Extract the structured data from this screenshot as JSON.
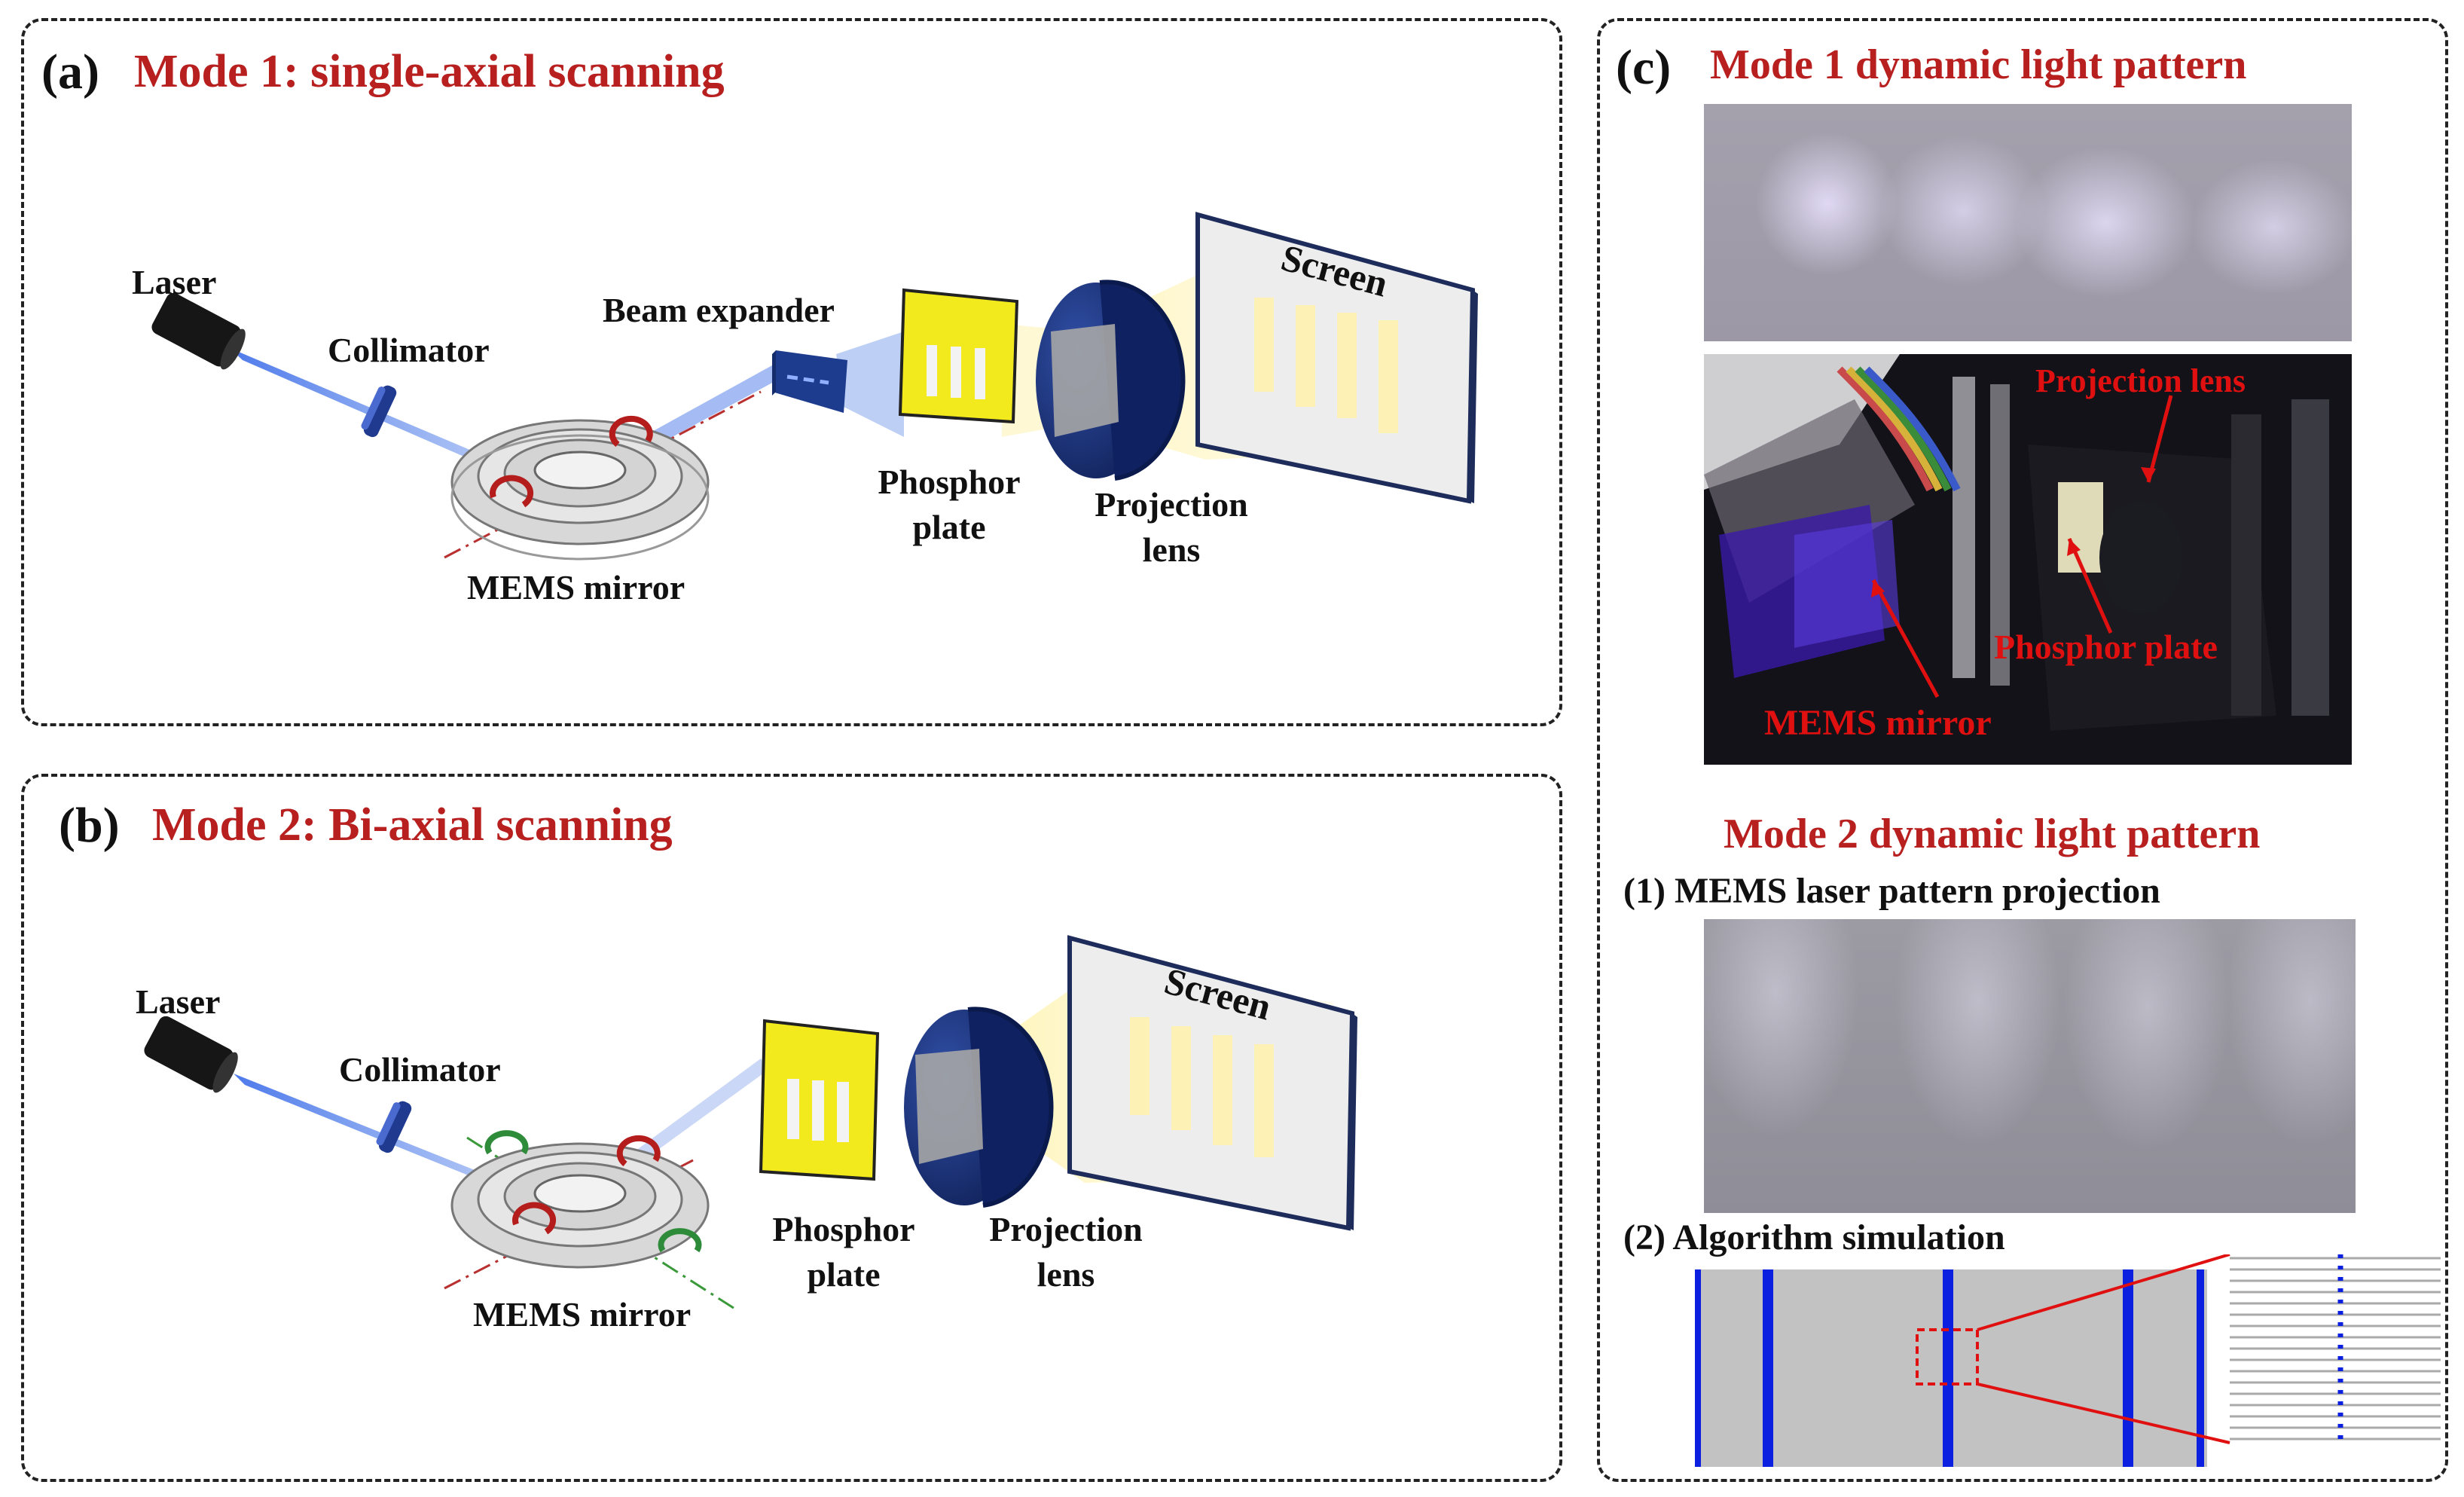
{
  "panel_a": {
    "letter": "(a)",
    "title": "Mode 1: single-axial scanning",
    "labels": {
      "laser": "Laser",
      "collimator": "Collimator",
      "beam_expander": "Beam expander",
      "phosphor": "Phosphor plate",
      "projection": "Projection lens",
      "mems": "MEMS mirror",
      "screen": "Screen"
    }
  },
  "panel_b": {
    "letter": "(b)",
    "title": "Mode 2: Bi-axial scanning",
    "labels": {
      "laser": "Laser",
      "collimator": "Collimator",
      "phosphor": "Phosphor plate",
      "projection": "Projection lens",
      "mems": "MEMS mirror",
      "screen": "Screen"
    }
  },
  "panel_c": {
    "letter": "(c)",
    "title_mode1": "Mode 1 dynamic light pattern",
    "photo_labels": {
      "projection": "Projection lens",
      "phosphor": "Phosphor plate",
      "mems": "MEMS mirror"
    },
    "title_mode2": "Mode 2 dynamic light pattern",
    "sub1": "(1) MEMS laser pattern projection",
    "sub2": "(2) Algorithm simulation"
  },
  "colors": {
    "title_red": "#b81f1f",
    "laser_blue": "#2b5fd9",
    "phosphor_yellow": "#f2ea1c",
    "lens_navy": "#152a6b",
    "sim_line_blue": "#0a1fe0",
    "sim_bg_gray": "#c2c2c2",
    "zoom_red": "#e01010"
  }
}
